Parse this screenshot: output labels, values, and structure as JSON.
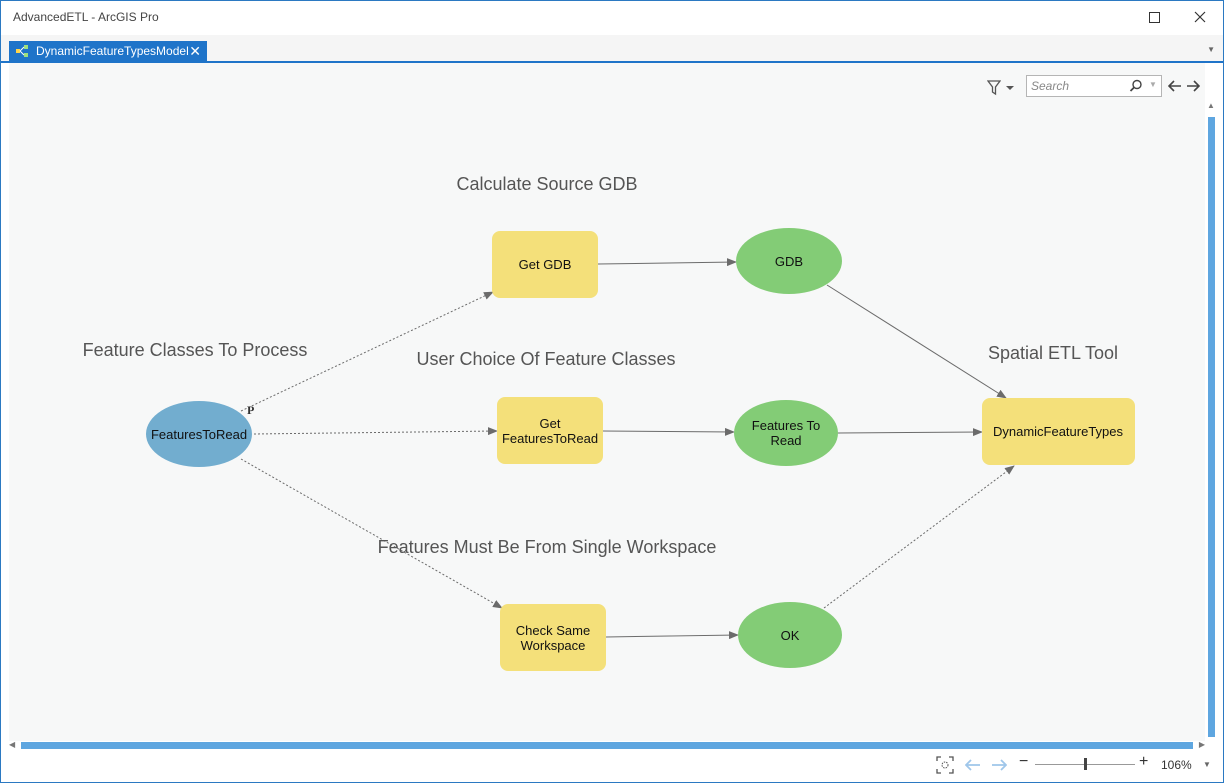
{
  "window": {
    "title": "AdvancedETL - ArcGIS Pro",
    "maximize_icon": "maximize-icon",
    "close_icon": "close-icon"
  },
  "tabs": [
    {
      "label": "DynamicFeatureTypesModel",
      "icon": "model-diagram-icon",
      "close": "✕",
      "active": true
    }
  ],
  "toolbar": {
    "search_placeholder": "Search",
    "filter_icon": "filter-icon",
    "back_icon": "arrow-left-icon",
    "forward_icon": "arrow-right-icon"
  },
  "diagram": {
    "groups": {
      "calc_source_gdb": "Calculate Source GDB",
      "feature_classes": "Feature Classes To Process",
      "user_choice": "User Choice Of Feature Classes",
      "spatial_etl": "Spatial ETL Tool",
      "single_workspace": "Features Must Be From Single Workspace"
    },
    "nodes": {
      "features_to_read": "FeaturesToRead",
      "get_gdb": "Get GDB",
      "gdb": "GDB",
      "get_features_1": "Get",
      "get_features_2": "FeaturesToRead",
      "features_to_read_out_1": "Features To",
      "features_to_read_out_2": "Read",
      "dynamic_feature_types": "DynamicFeatureTypes",
      "check_same_1": "Check Same",
      "check_same_2": "Workspace",
      "ok": "OK"
    },
    "parameter_marker": "P",
    "colors": {
      "input_variable": "#72adcf",
      "tool": "#f4e07a",
      "output_variable": "#83cc76",
      "connector": "#6b6b6b",
      "label": "#555555"
    }
  },
  "statusbar": {
    "zoom": "106%",
    "fit_icon": "zoom-to-fit-icon",
    "zoom_minus": "−",
    "zoom_plus": "+"
  }
}
